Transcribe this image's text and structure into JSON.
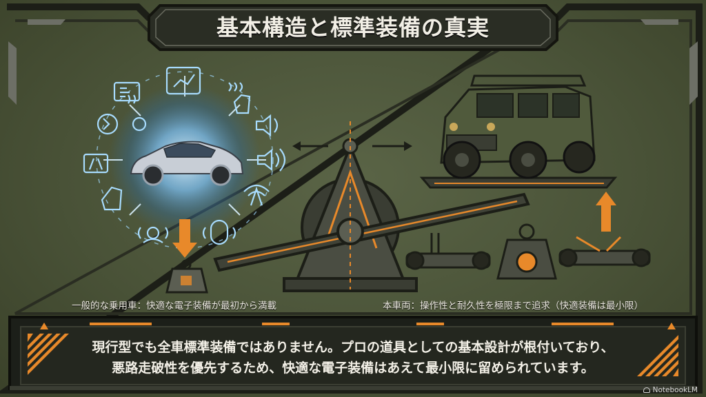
{
  "title": "基本構造と標準装備の真実",
  "left_caption": "一般的な乗用車：快適な電子装備が最初から満載",
  "right_caption": "本車両：操作性と耐久性を極限まで追求（快適装備は最小限）",
  "message": {
    "line1": "現行型でも全車標準装備ではありません。プロの道具としての基本設計が根付いており、",
    "line2": "悪路走破性を優先するため、快適な電子装備はあえて最小限に留められています。"
  },
  "badge": "NotebookLM",
  "colors": {
    "background": "#4a5338",
    "frame": "#23251d",
    "accent_orange": "#e8892a",
    "glow_blue": "#9fd8ff"
  },
  "icons": [
    "touchscreen-icon",
    "climate-control-icon",
    "heated-seat-icon",
    "speaker-icon",
    "sound-icon",
    "wireless-signal-icon",
    "driver-assist-icon",
    "camera-icon",
    "parking-sensor-icon",
    "rotation-icon",
    "climate-fan-icon",
    "lane-assist-icon",
    "heated-seat-left-icon"
  ]
}
